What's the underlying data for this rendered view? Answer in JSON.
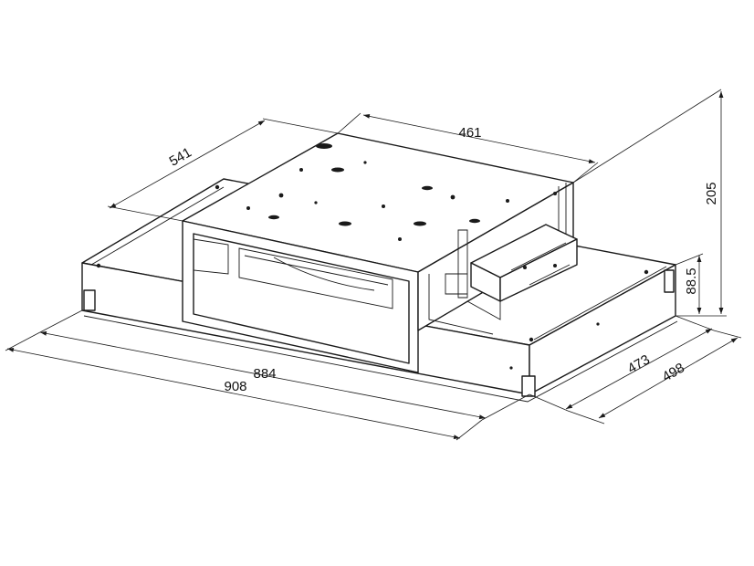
{
  "dimensions": {
    "width_overall": "908",
    "width_inner": "884",
    "depth_overall": "498",
    "depth_inner": "473",
    "motor_width": "461",
    "motor_depth": "541",
    "height_total": "205",
    "height_body": "88.5"
  }
}
